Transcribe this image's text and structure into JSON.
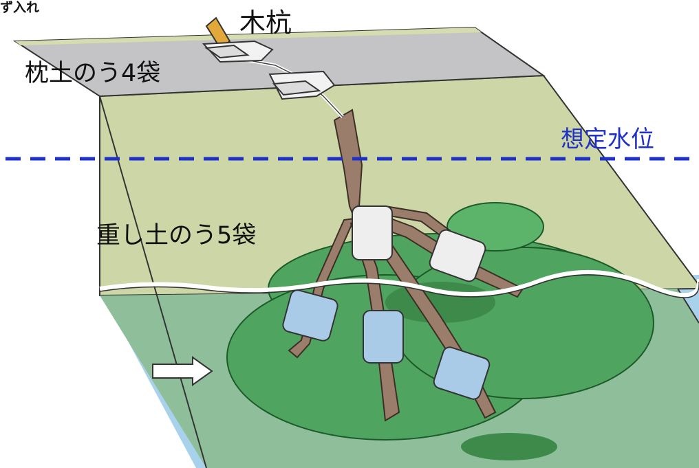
{
  "labels": {
    "corner_title": "ず入れ",
    "stake": "木杭",
    "pillow_bags": "枕土のう4袋",
    "water_level": "想定水位",
    "weight_bags": "重し土のう5袋"
  },
  "colors": {
    "levee_slope": "#cdd6a6",
    "crest_road": "#c4c4c6",
    "water": "#a8d2ec",
    "submerged_slope": "#8fbf9a",
    "tree_foliage": "#4fa55f",
    "trunk": "#9b7d6c",
    "bag_above_water": "#eeeeee",
    "bag_below_water": "#a9cbe8",
    "water_level_line": "#1f30c8",
    "flow_arrow": "#ffffff"
  },
  "icons": {
    "flow": "flow-direction-arrow-icon",
    "stake": "wooden-stake-icon"
  }
}
